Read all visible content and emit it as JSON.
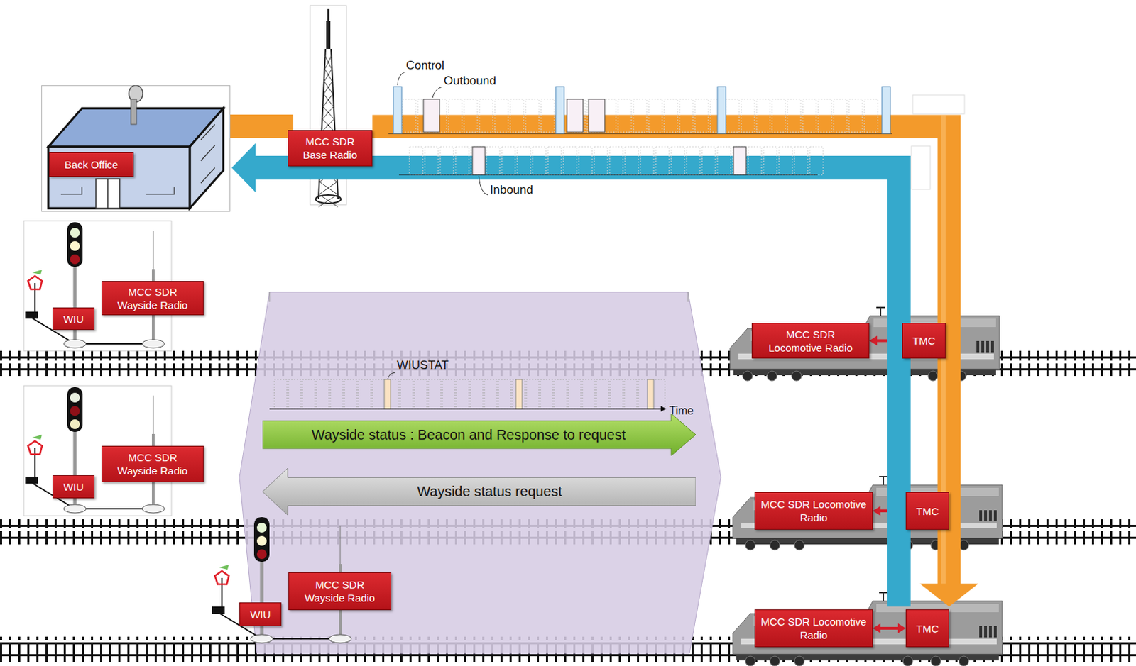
{
  "diagram": {
    "nodes": [
      {
        "text": [
          "Back Office"
        ]
      },
      {
        "text": [
          "MCC SDR Base Radio"
        ]
      },
      {
        "text": [
          "MCC SDR Wayside Radio"
        ]
      },
      {
        "text": [
          "WIU"
        ]
      },
      {
        "text": [
          "MCC SDR Locomotive Radio"
        ]
      },
      {
        "text": [
          "TMC"
        ]
      },
      {
        "text": [
          "Wayside status : Beacon and Response to request"
        ]
      },
      {
        "text": [
          "Wayside status request"
        ]
      },
      {
        "text": [
          "MCC SDR Wayside Radio"
        ]
      },
      {
        "text": [
          "WIU"
        ]
      },
      {
        "text": [
          "MCC SDR Locomotive Radio"
        ]
      },
      {
        "text": [
          "TMC"
        ]
      },
      {
        "text": [
          "MCC SDR Wayside Radio"
        ]
      },
      {
        "text": [
          "WIU"
        ]
      },
      {
        "text": [
          "MCC SDR Locomotive Radio"
        ]
      },
      {
        "text": [
          "TMC"
        ]
      }
    ],
    "edges": [
      {
        "from": 4,
        "to": 5,
        "arrow": "both"
      },
      {
        "from": 10,
        "to": 11,
        "arrow": "both"
      },
      {
        "from": 14,
        "to": 15,
        "arrow": "both"
      },
      {
        "from": 1,
        "to": 15,
        "arrow": "to"
      },
      {
        "from": 14,
        "to": 0,
        "arrow": "to"
      }
    ],
    "labels": [
      "Control",
      "Outbound",
      "Inbound",
      "WIUSTAT",
      "Time"
    ]
  }
}
